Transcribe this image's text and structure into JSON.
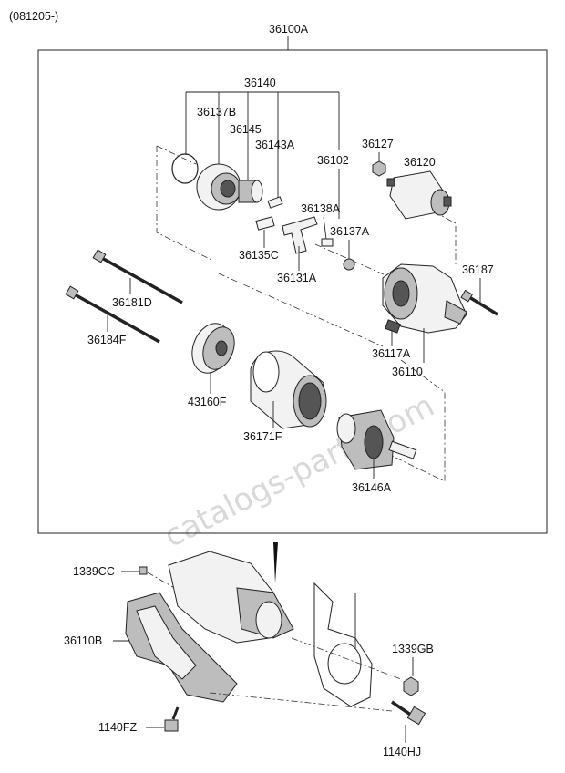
{
  "header": {
    "code": "(081205-)"
  },
  "assembly": {
    "number": "36100A"
  },
  "watermark": {
    "text": "catalogs-parts.com"
  },
  "parts": {
    "p36140": "36140",
    "p36137B": "36137B",
    "p36145": "36145",
    "p36143A": "36143A",
    "p36102": "36102",
    "p36127": "36127",
    "p36120": "36120",
    "p36138A": "36138A",
    "p36137A": "36137A",
    "p36135C": "36135C",
    "p36131A": "36131A",
    "p36187": "36187",
    "p36181D": "36181D",
    "p36184F": "36184F",
    "p36117A": "36117A",
    "p36110": "36110",
    "p43160F": "43160F",
    "p36171F": "36171F",
    "p36146A": "36146A",
    "p1339CC": "1339CC",
    "p36110B": "36110B",
    "p1339GB": "1339GB",
    "p1140FZ": "1140FZ",
    "p1140HJ": "1140HJ"
  }
}
